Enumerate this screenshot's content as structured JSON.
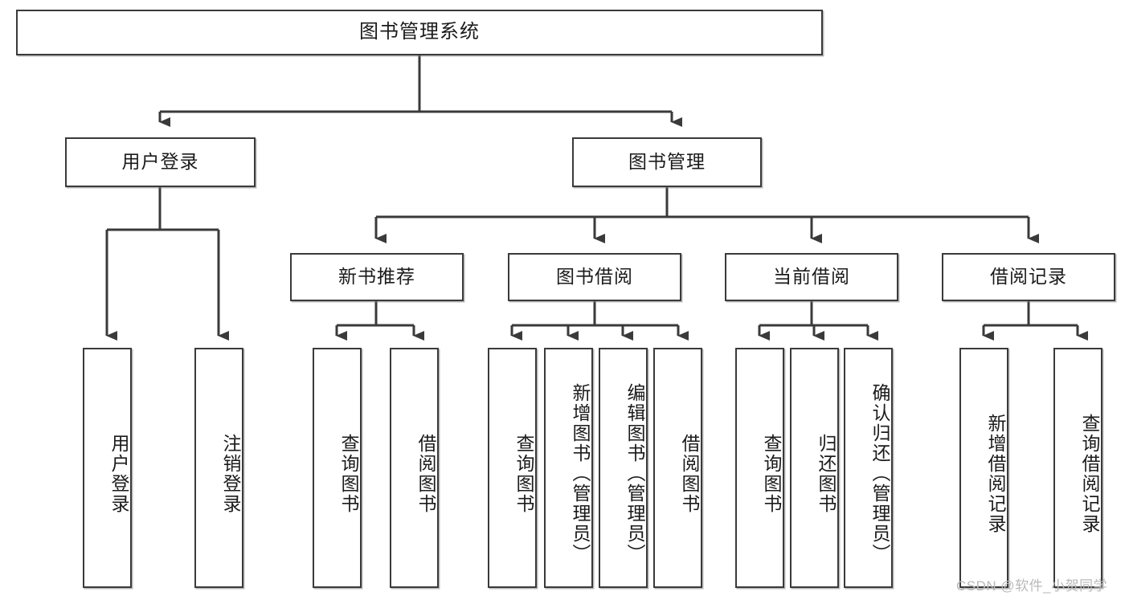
{
  "diagram": {
    "title": "图书管理系统",
    "type": "tree-hierarchy-diagram",
    "accent_color": "#3a3a3a",
    "background_color": "#ffffff",
    "root": {
      "label": "图书管理系统",
      "orientation": "horizontal"
    },
    "level2": [
      {
        "label": "用户登录",
        "orientation": "horizontal"
      },
      {
        "label": "图书管理",
        "orientation": "horizontal"
      }
    ],
    "level3": [
      {
        "label": "新书推荐",
        "orientation": "horizontal"
      },
      {
        "label": "图书借阅",
        "orientation": "horizontal"
      },
      {
        "label": "当前借阅",
        "orientation": "horizontal"
      },
      {
        "label": "借阅记录",
        "orientation": "horizontal"
      }
    ],
    "leaves": {
      "user_login": [
        {
          "label": "用户登录"
        },
        {
          "label": "注销登录"
        }
      ],
      "new_book_recommend": [
        {
          "label": "查询图书"
        },
        {
          "label": "借阅图书"
        }
      ],
      "book_borrow": [
        {
          "label": "查询图书"
        },
        {
          "label": "新增图书（管理员）"
        },
        {
          "label": "编辑图书（管理员）"
        },
        {
          "label": "借阅图书"
        }
      ],
      "current_borrow": [
        {
          "label": "查询图书"
        },
        {
          "label": "归还图书"
        },
        {
          "label": "确认归还（管理员）"
        }
      ],
      "borrow_record": [
        {
          "label": "新增借阅记录"
        },
        {
          "label": "查询借阅记录"
        }
      ]
    }
  },
  "watermark": {
    "text": "CSDN @软件_小贺同学"
  }
}
